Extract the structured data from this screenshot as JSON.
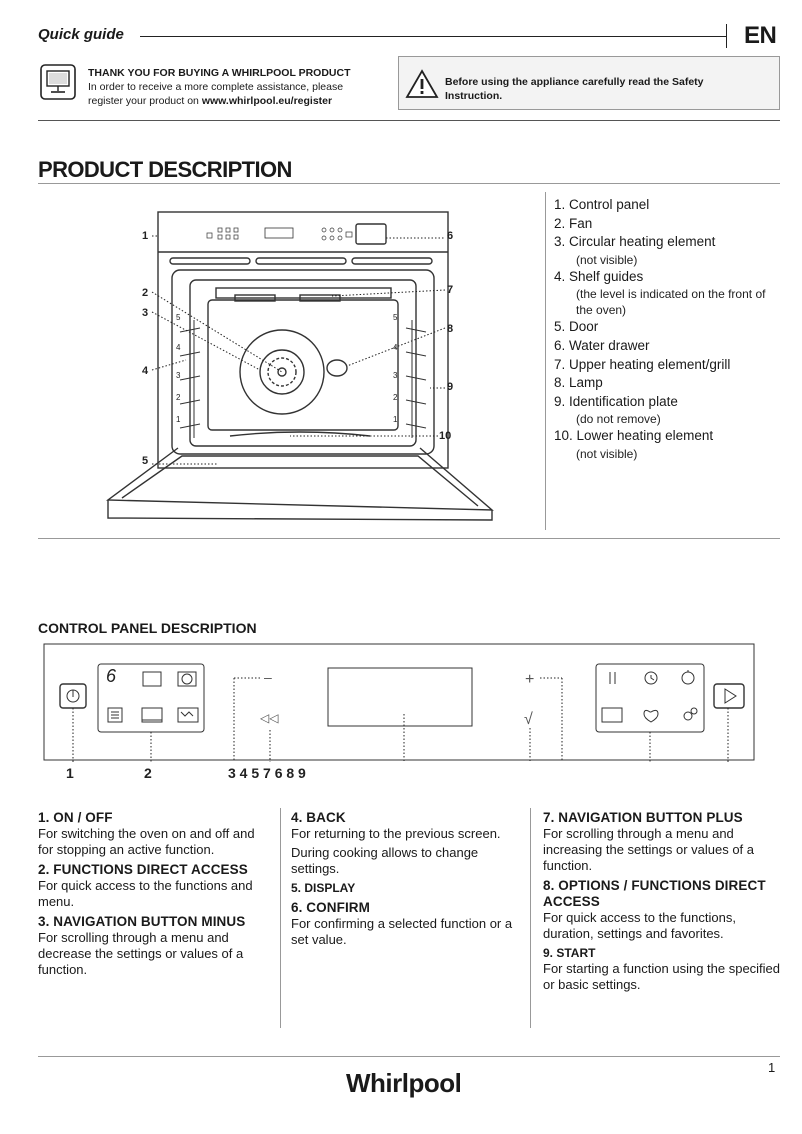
{
  "header": {
    "title": "Quick guide",
    "language": "EN"
  },
  "register": {
    "heading": "THANK YOU FOR BUYING A WHIRLPOOL PRODUCT",
    "line1": "In order to receive a more complete assistance, please",
    "line2_prefix": "register your product on ",
    "url": "www.whirlpool.eu/register"
  },
  "warning": {
    "line1": "Before using the appliance carefully read the Safety",
    "line2": "Instruction."
  },
  "product": {
    "heading": "PRODUCT DESCRIPTION",
    "callouts": [
      "1",
      "2",
      "3",
      "4",
      "5",
      "6",
      "7",
      "8",
      "9",
      "10",
      "5",
      "4",
      "3",
      "2",
      "1",
      "5",
      "4",
      "3",
      "2",
      "1"
    ],
    "parts": [
      {
        "label": "1. Control panel",
        "note": ""
      },
      {
        "label": "2. Fan",
        "note": ""
      },
      {
        "label": "3. Circular heating element",
        "note": "(not visible)"
      },
      {
        "label": "4. Shelf guides",
        "note": "(the level is indicated on the front of the oven)"
      },
      {
        "label": "5. Door",
        "note": ""
      },
      {
        "label": "6. Water drawer",
        "note": ""
      },
      {
        "label": "7. Upper heating element/grill",
        "note": ""
      },
      {
        "label": "8. Lamp",
        "note": ""
      },
      {
        "label": "9. Identification plate",
        "note": "(do not remove)"
      },
      {
        "label": "10. Lower heating element",
        "note": "(not visible)"
      }
    ]
  },
  "control_panel": {
    "heading": "CONTROL PANEL DESCRIPTION",
    "callout_1": "1",
    "callout_2": "2",
    "callout_3": "3 4 5 7 6 8 9",
    "sense_label": "6",
    "minus": "–",
    "plus": "+",
    "back": "◁◁",
    "confirm": "√"
  },
  "descriptions": {
    "col1": [
      {
        "title": "1. ON / OFF",
        "text": "For switching the oven on and off and for stopping an active function."
      },
      {
        "title": "2. FUNCTIONS DIRECT ACCESS",
        "text": "For quick access to the functions and menu."
      },
      {
        "title": "3. NAVIGATION BUTTON MINUS",
        "text": "For scrolling through a menu and decrease the settings or values of a function."
      }
    ],
    "col2": [
      {
        "title": "4. BACK",
        "text": "For returning to the previous screen."
      },
      {
        "title": "",
        "text": "During cooking allows to change settings."
      },
      {
        "title": "5. DISPLAY",
        "text": ""
      },
      {
        "title": "6. CONFIRM",
        "text": "For confirming a selected function or a set value."
      }
    ],
    "col3": [
      {
        "title": "7. NAVIGATION BUTTON PLUS",
        "text": "For scrolling through a menu and increasing the settings or values of a function."
      },
      {
        "title": "8. OPTIONS / FUNCTIONS DIRECT ACCESS",
        "text": "For quick access to the functions, duration, settings and favorites."
      },
      {
        "title": "9. START",
        "text": "For starting a function using the specified or basic settings."
      }
    ]
  },
  "footer": {
    "page_number": "1",
    "brand": "Whirlpool"
  }
}
